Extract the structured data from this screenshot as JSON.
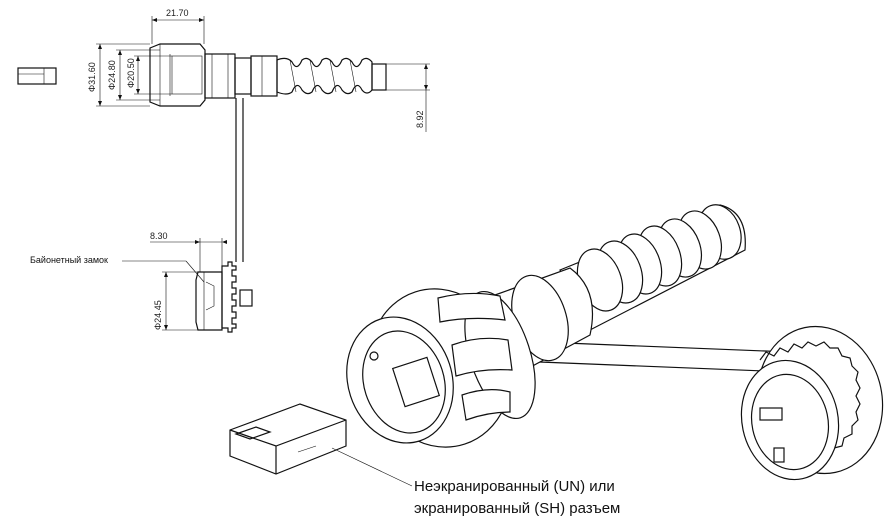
{
  "dimensions": {
    "width_top": "21.70",
    "dia_outer": "Φ31.60",
    "dia_mid": "Φ24.80",
    "dia_inner": "Φ20.50",
    "cable": "8.92",
    "lock_width": "8.30",
    "lock_dia": "Φ24.45"
  },
  "labels": {
    "bayonet_lock": "Байонетный замок",
    "caption_line1": "Неэкранированный (UN) или",
    "caption_line2": "экранированный (SH) разъем"
  }
}
